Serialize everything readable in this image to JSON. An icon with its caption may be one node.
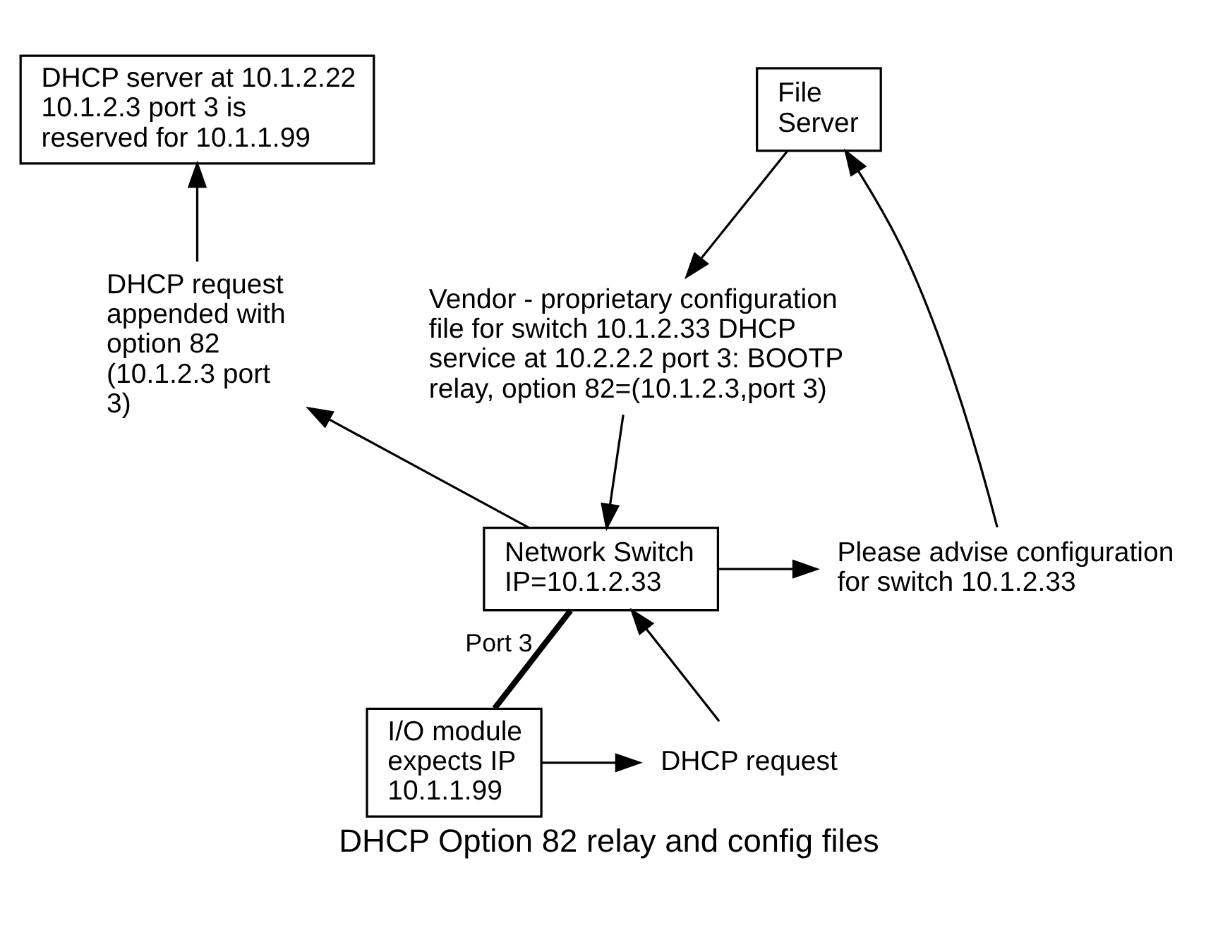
{
  "diagram": {
    "caption": "DHCP Option 82 relay and config files",
    "nodes": [
      {
        "text": [
          "File Server"
        ]
      },
      {
        "text": [
          "DHCP server at 10.1.2.22 10.1.2.3 port 3 is reserved for 10.1.1.99"
        ]
      },
      {
        "text": [
          "Vendor - proprietary configuration file for switch 10.1.2.33 DHCP service at 10.2.2.2 port 3: BOOTP relay, option 82=(10.1.2.3,port 3)"
        ]
      },
      {
        "text": [
          "DHCP request appended with option 82 (10.1.2.3 port 3)"
        ]
      },
      {
        "text": [
          "Please advise configuration for switch 10.1.2.33"
        ]
      },
      {
        "text": [
          "Network Switch IP=10.1.2.33"
        ]
      },
      {
        "text": [
          "DHCP request"
        ]
      },
      {
        "text": [
          "I/O module expects IP 10.1.1.99"
        ]
      }
    ],
    "edges": [
      {
        "from": 0,
        "to": 2,
        "arrow": "to"
      },
      {
        "from": 2,
        "to": 5,
        "arrow": "to"
      },
      {
        "from": 5,
        "to": 4,
        "arrow": "to"
      },
      {
        "from": 4,
        "to": 0,
        "arrow": "to"
      },
      {
        "from": 5,
        "to": 3,
        "arrow": "to"
      },
      {
        "from": 3,
        "to": 1,
        "arrow": "to"
      },
      {
        "from": 7,
        "to": 6,
        "arrow": "to"
      },
      {
        "from": 6,
        "to": 5,
        "arrow": "to"
      },
      {
        "from": 5,
        "to": 7,
        "arrow": "none",
        "label": "Port 3",
        "style": "thick"
      }
    ]
  }
}
